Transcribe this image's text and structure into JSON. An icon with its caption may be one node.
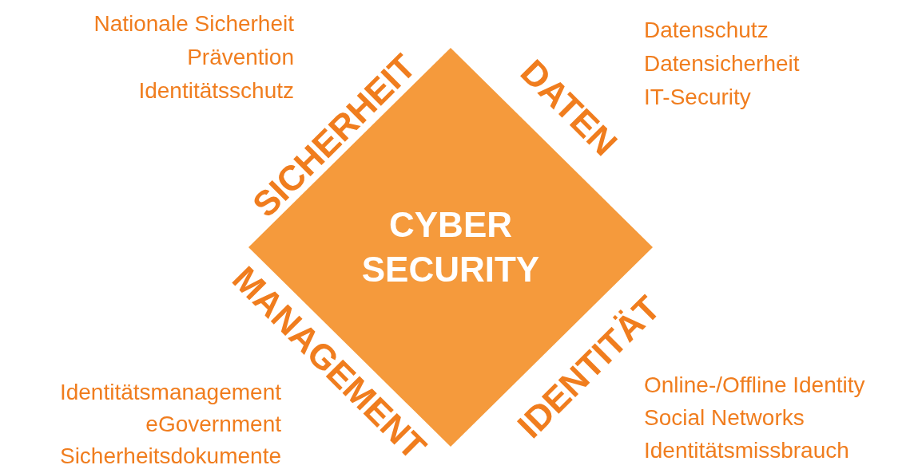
{
  "diagram": {
    "nodes": [
      {
        "text": [
          "CYBER SECURITY"
        ],
        "beside": [
          "SICHERHEIT",
          "DATEN",
          "MANAGEMENT",
          "IDENTITÄT"
        ]
      }
    ],
    "labels": [
      "Nationale Sicherheit",
      "Prävention",
      "Identitätsschutz",
      "Datenschutz",
      "Datensicherheit",
      "IT-Security",
      "Identitätsmanagement",
      "eGovernment",
      "Sicherheitsdokumente",
      "Online-/Offline Identity",
      "Social Networks",
      "Identitätsmissbrauch"
    ]
  }
}
